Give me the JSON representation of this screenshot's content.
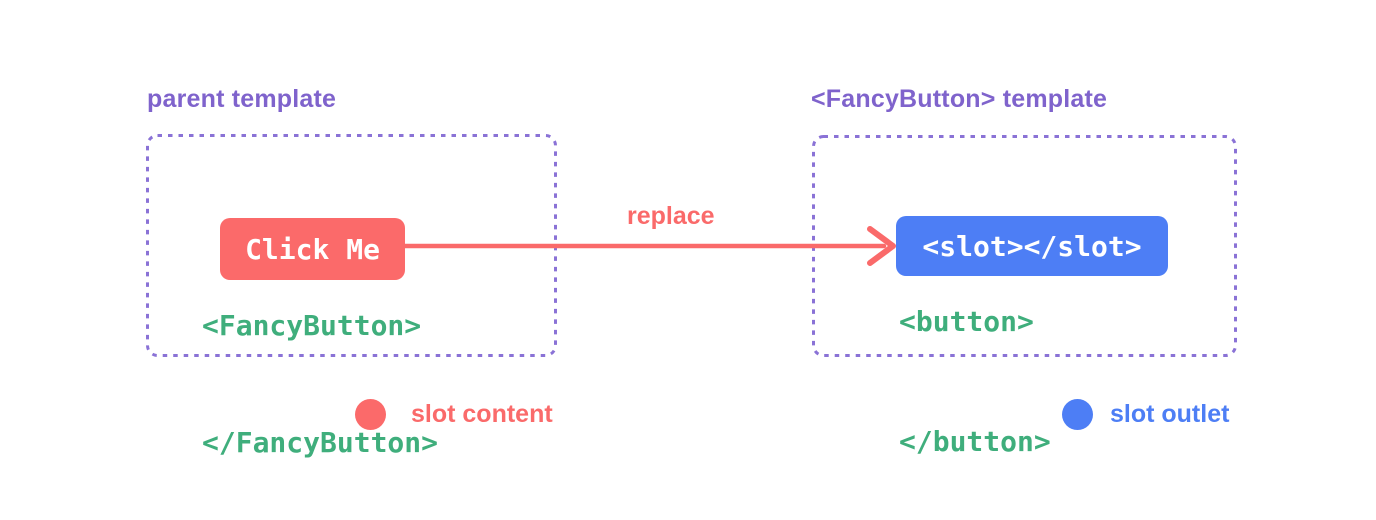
{
  "colors": {
    "background": "#ffffff",
    "purple_title": "#7f63cc",
    "purple_dash": "#8a72d6",
    "green_code": "#3fae7c",
    "red_accent": "#fb6a6a",
    "blue_accent": "#4d7ef5",
    "chip_text": "#ffffff"
  },
  "left_panel": {
    "title": "parent template",
    "open_tag": "<FancyButton>",
    "button_label": "Click Me",
    "close_tag": "</FancyButton>"
  },
  "arrow": {
    "label": "replace"
  },
  "right_panel": {
    "title": "<FancyButton> template",
    "open_tag": "<button>",
    "slot_label": "<slot></slot>",
    "close_tag": "</button>"
  },
  "legend": {
    "left": {
      "label": "slot content"
    },
    "right": {
      "label": "slot outlet"
    }
  }
}
